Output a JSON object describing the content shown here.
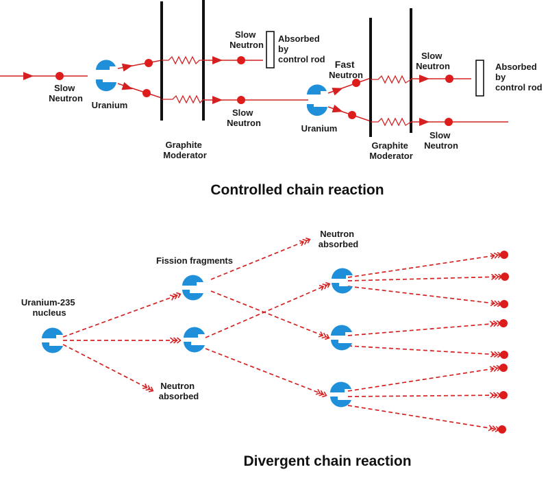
{
  "colors": {
    "nucleus": "#1e8fd8",
    "neutron": "#dd1c1c",
    "path": "#d42020",
    "moderator": "#111111",
    "text": "#1a1a1a"
  },
  "controlled": {
    "title": "Controlled chain reaction",
    "slow_neutron_label": [
      "Slow",
      "Neutron"
    ],
    "fast_neutron_label": [
      "Fast",
      "Neutron"
    ],
    "uranium_label": "Uranium",
    "moderator_label": [
      "Graphite",
      "Moderator"
    ],
    "absorbed_label": [
      "Absorbed",
      "by",
      "control rod"
    ]
  },
  "divergent": {
    "title": "Divergent chain reaction",
    "nucleus_label": [
      "Uranium-235",
      "nucleus"
    ],
    "fragments_label": "Fission fragments",
    "neutron_absorbed_label": [
      "Neutron",
      "absorbed"
    ]
  }
}
